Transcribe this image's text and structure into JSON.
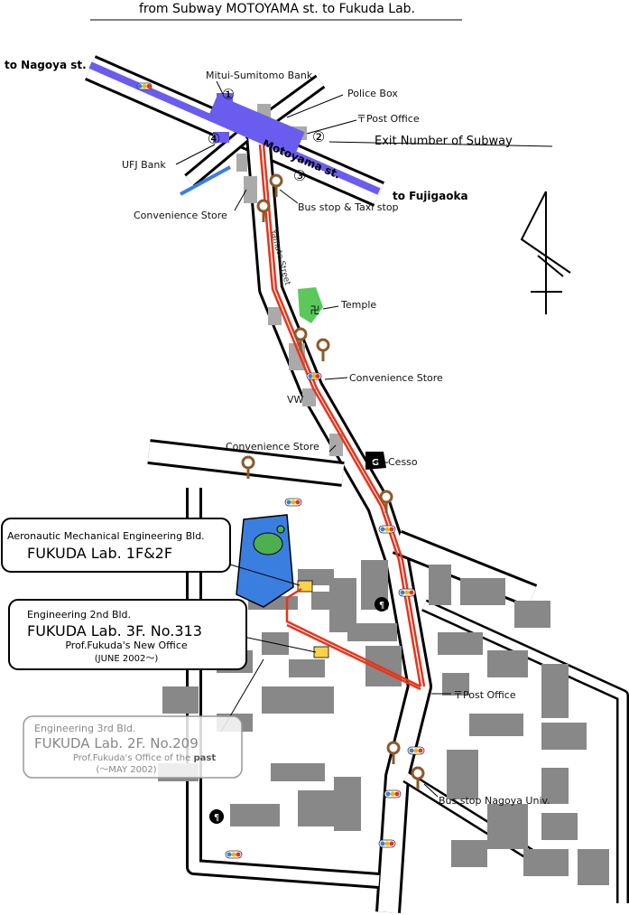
{
  "title": "from Subway MOTOYAMA st. to Fukuda Lab.",
  "directions": {
    "to_nagoya": "to Nagoya st.",
    "to_fujigaoka": "to Fujigaoka"
  },
  "station": {
    "name": "Motoyama st.",
    "exits": [
      "①",
      "②",
      "③",
      "④"
    ],
    "exit_legend": "Exit Number of Subway"
  },
  "landmarks": {
    "mitsui_bank": "Mitui-Sumitomo Bank",
    "police_box": "Police Box",
    "post_office_top": "〒Post Office",
    "ufj_bank": "UFJ Bank",
    "bus_taxi_stop": "Bus stop & Taxi stop",
    "convenience_1": "Convenience Store",
    "street_name": "Yamate Street",
    "temple": "Temple",
    "convenience_2": "Convenience Store",
    "vw": "VW",
    "convenience_3": "Convenience Store",
    "g_badge": "G",
    "cesso": "Cesso",
    "post_office_bottom": "〒Post Office",
    "bus_stop_univ": "Bus stop Nagoya Univ."
  },
  "boxes": {
    "aero": {
      "line1": "Aeronautic Mechanical Engineering Bld.",
      "line2": "FUKUDA Lab. 1F&2F"
    },
    "eng2": {
      "line1": "Engineering 2nd Bld.",
      "line2": "FUKUDA Lab. 3F. No.313",
      "line3": "Prof.Fukuda's New Office",
      "line4": "(JUNE 2002〜)"
    },
    "eng3": {
      "line1": "Engineering 3rd Bld.",
      "line2": "FUKUDA Lab. 2F. No.209",
      "line3a": "Prof.Fukuda's Office of the ",
      "line3b": "past",
      "line4": "(〜MAY 2002)"
    }
  },
  "colors": {
    "subway_line": "#6b5cf0",
    "route": "#e8341c",
    "pond": "#3a7fe0",
    "temple": "#5cc85c",
    "building": "#888888",
    "highlight_building": "#ffd24a",
    "bus_stop": "#8b5a2b"
  }
}
